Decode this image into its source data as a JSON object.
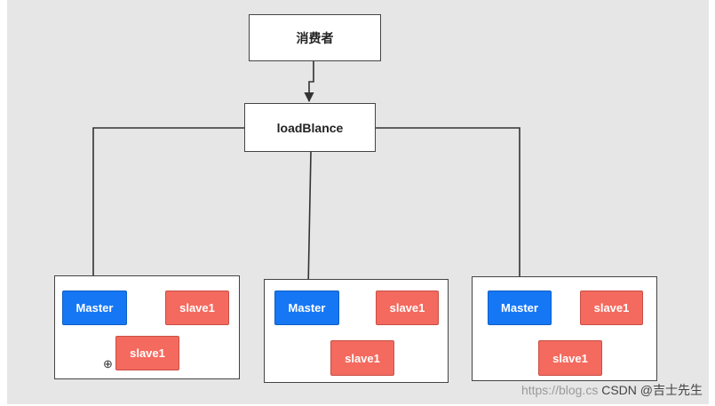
{
  "consumer": {
    "label": "消费者"
  },
  "load_balancer": {
    "label": "loadBlance"
  },
  "clusters": [
    {
      "master": "Master",
      "slave_top": "slave1",
      "slave_bottom": "slave1"
    },
    {
      "master": "Master",
      "slave_top": "slave1",
      "slave_bottom": "slave1"
    },
    {
      "master": "Master",
      "slave_top": "slave1",
      "slave_bottom": "slave1"
    }
  ],
  "watermark": {
    "url_text": "https://blog.cs",
    "brand_text": "CSDN @吉士先生"
  },
  "colors": {
    "master": "#1677f5",
    "slave": "#f46a5e",
    "background": "#e6e6e6"
  },
  "icons": {
    "cursor": "zoom-in-icon"
  }
}
